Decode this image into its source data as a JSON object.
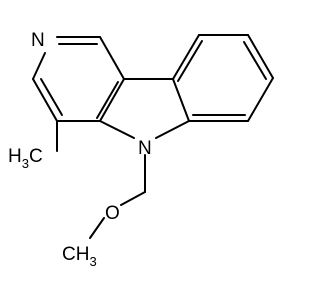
{
  "molecule": {
    "atom_labels": {
      "pyridine_nitrogen": "N",
      "indole_nitrogen": "N",
      "methyl": {
        "main": "H",
        "subscript": "3",
        "tail": "C"
      },
      "ether_oxygen": "O",
      "methoxy_methyl": {
        "main": "CH",
        "subscript": "3"
      }
    }
  }
}
